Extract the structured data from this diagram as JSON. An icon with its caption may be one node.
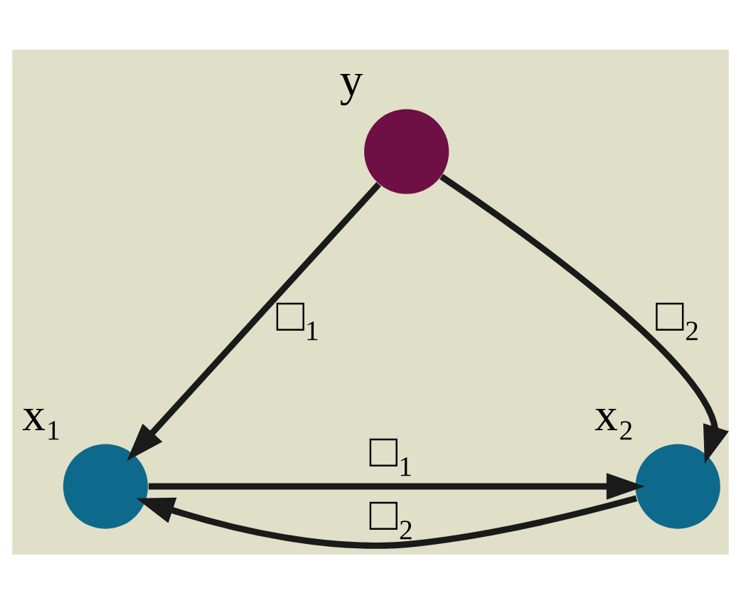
{
  "diagram": {
    "nodes": [
      {
        "text": [],
        "shape": "circle",
        "beside": [
          "y"
        ]
      },
      {
        "text": [],
        "shape": "circle",
        "beside": [
          "x₁"
        ]
      },
      {
        "text": [],
        "shape": "circle",
        "beside": [
          "x₂"
        ]
      }
    ],
    "edges": [
      {
        "from": 0,
        "to": 1,
        "arrow": "to",
        "label": "□₁"
      },
      {
        "from": 0,
        "to": 2,
        "arrow": "to",
        "label": "□₂"
      },
      {
        "from": 1,
        "to": 2,
        "arrow": "to",
        "label": "□₁"
      },
      {
        "from": 2,
        "to": 1,
        "arrow": "to",
        "label": "□₂"
      }
    ]
  }
}
